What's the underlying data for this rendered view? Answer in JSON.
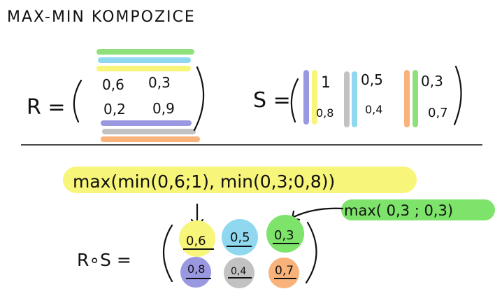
{
  "title": "MAX-MIN KOMPOZICE",
  "colors": {
    "ink": "#111111",
    "green": "#8fe07a",
    "cyan": "#8fd8f0",
    "yellow": "#f7f57a",
    "purple": "#9a98e0",
    "gray": "#c2c2c2",
    "orange": "#f8b27a",
    "bright_green": "#7de36a"
  },
  "R": {
    "label": "R =",
    "cells": [
      "0,6",
      "0,3",
      "0,2",
      "0,9"
    ]
  },
  "S": {
    "label": "S =",
    "cells": [
      "1",
      "0,8",
      "0,5",
      "0,4",
      "0,3",
      "0,7"
    ]
  },
  "formula": {
    "text": "max(min(0,6;1), min(0,3;0,8))"
  },
  "annotation": {
    "text": "max( 0,3 ; 0,3)"
  },
  "result": {
    "label": "R∘S =",
    "cells": [
      "0,6",
      "0,5",
      "0,3",
      "0,8",
      "0,4",
      "0,7"
    ]
  }
}
